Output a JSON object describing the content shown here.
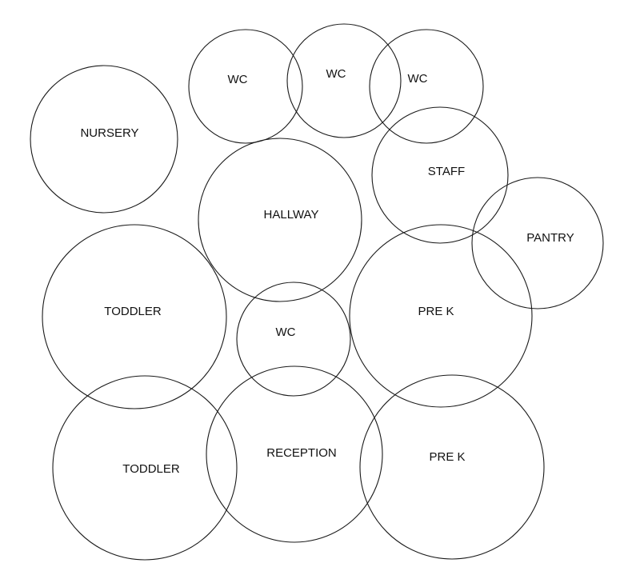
{
  "diagram": {
    "rooms": [
      {
        "id": "nursery",
        "label": "NURSERY"
      },
      {
        "id": "wc-1",
        "label": "WC"
      },
      {
        "id": "wc-2",
        "label": "WC"
      },
      {
        "id": "wc-3",
        "label": "WC"
      },
      {
        "id": "staff",
        "label": "STAFF"
      },
      {
        "id": "hallway",
        "label": "HALLWAY"
      },
      {
        "id": "pantry",
        "label": "PANTRY"
      },
      {
        "id": "toddler-1",
        "label": "TODDLER"
      },
      {
        "id": "wc-4",
        "label": "WC"
      },
      {
        "id": "pre-k-1",
        "label": "PRE K"
      },
      {
        "id": "toddler-2",
        "label": "TODDLER"
      },
      {
        "id": "reception",
        "label": "RECEPTION"
      },
      {
        "id": "pre-k-2",
        "label": "PRE K"
      }
    ]
  }
}
